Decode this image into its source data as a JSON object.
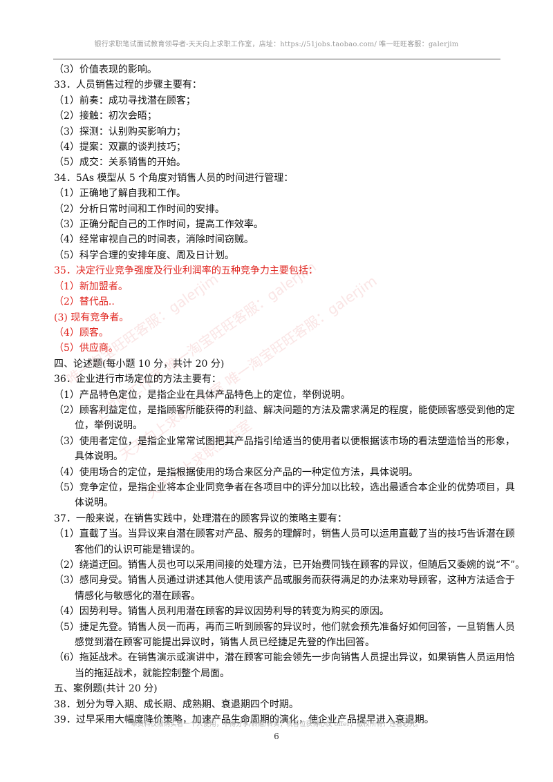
{
  "header": {
    "text": "银行求职笔试面试教育领导者-天天向上求职工作室，店址：https://51jobs.taobao.com/ 唯一旺旺客服：galerjim"
  },
  "watermark": {
    "lines": [
      "唯一淘宝旺旺客服：galerjim",
      "上求职工作室 唯一淘宝旺旺客服：galerjim",
      "天天向上求职工作室 唯一淘宝旺旺客服：galerjim",
      "天天向上求职工作室"
    ]
  },
  "lines": [
    {
      "text": "（3）价值表现的影响。"
    },
    {
      "text": "33．人员销售过程的步骤主要有："
    },
    {
      "text": "（1）前奏：成功寻找潜在顾客；"
    },
    {
      "text": "（2）接触：初次会晤；"
    },
    {
      "text": "（3）探测：认别购买影响力；"
    },
    {
      "text": "（4）提案：双赢的谈判技巧；"
    },
    {
      "text": "（5）成交：关系销售的开始。"
    },
    {
      "text": "34．5As 模型从 5 个角度对销售人员的时间进行管理："
    },
    {
      "text": "（1）正确地了解自我和工作。"
    },
    {
      "text": "（2）分析日常时间和工作时间的安排。"
    },
    {
      "text": "（3）正确分配自己的工作时间，提高工作效率。"
    },
    {
      "text": "（4）经常审视自己的时间表，消除时间窃贼。"
    },
    {
      "text": "（5）科学合理的安排年度、周及日计划。"
    },
    {
      "text": "35．决定行业竞争强度及行业利润率的五种竞争力主要包括：",
      "red": true
    },
    {
      "text": "（1）新加盟者。",
      "red": true
    },
    {
      "text": "（2）替代品..",
      "red": true
    },
    {
      "text": "(3) 现有竞争者。",
      "red": true
    },
    {
      "text": "（4）顾客。",
      "red": true
    },
    {
      "text": "（5）供应商。",
      "red": true
    },
    {
      "text": "四、论述题(每小题 10 分，共计 20 分)"
    },
    {
      "text": "36．企业进行市场定位的方法主要有："
    },
    {
      "text": "（1）产品特色定位，是指企业在具体产品特色上的定位，举例说明。"
    },
    {
      "text": "（2）顾客利益定位，是指顾客所能获得的利益、解决问题的方法及需求满足的程度，能使顾客感受到他的定"
    },
    {
      "text": "位，举例说明。",
      "cont": true
    },
    {
      "text": "（3）使用者定位，是指企业常常试图把其产品指引给适当的使用者以便根据该市场的看法塑造恰当的形象，"
    },
    {
      "text": "具体说明。",
      "cont": true
    },
    {
      "text": "（4）使用场合的定位，是指根据使用的场合来区分产品的一种定位方法，具体说明。"
    },
    {
      "text": "（5）竞争定位，是指企业将本企业同竞争者在各项目中的评分加以比较，选出最适合本企业的优势项目，具"
    },
    {
      "text": "体说明。",
      "cont": true
    },
    {
      "text": "37．一般来说，在销售实践中，处理潜在的顾客异议的策略主要有："
    },
    {
      "text": "（1）直截了当。当异议来自潜在顾客对产品、服务的理解时，销售人员可以运用直截了当的技巧告诉潜在顾"
    },
    {
      "text": "客他们的认识可能是错误的。",
      "cont": true
    },
    {
      "text": "（2）绕道迂回。销售人员也可以采用间接的处理方法，已开始费同钱在顾客的异议，但随后又委婉的说“不”。"
    },
    {
      "text": "（3）感同身受。销售人员通过讲述其他人使用该产品或服务而获得满足的办法来劝导顾客，这种方法适合于"
    },
    {
      "text": "情感化与敏感化的潜在顾客。",
      "cont": true
    },
    {
      "text": "（4）因势利导。销售人员利用潜在顾客的异议因势利导的转变为购买的原因。"
    },
    {
      "text": "（5）捷足先登。销售人员一而再，再而三听到顾客的异议时，他们就会预先准备好如何回答，一旦销售人员"
    },
    {
      "text": "感觉到潜在顾客可能提出异议时，销售人员已经捷足先登的作出回答。",
      "cont": true
    },
    {
      "text": "（6）拖延战术。在销售演示或演讲中，潜在顾客可能会领先一步向销售人员提出异议，如果销售人员运用恰"
    },
    {
      "text": "当的拖延战术，就能控制整个局面。",
      "cont": true
    },
    {
      "text": "五、案例题(共计 20 分)"
    },
    {
      "text": "38．划分为导入期、成长期、成熟期、衰退期四个时期。"
    },
    {
      "text": "39．过早采用大幅度降价策略，加速产品生命周期的演化，使企业产品提早进入衰退期。"
    }
  ],
  "footer": {
    "text": "本资料仅限购买者一个人使用，不得分享/转赠/转卖；祝各位获得心仪 offer，版权所有，违者必究。"
  },
  "page_number": "6",
  "colors": {
    "accent_red": "#e0251f",
    "text": "#111111",
    "header_gray": "#9a9a9a"
  }
}
